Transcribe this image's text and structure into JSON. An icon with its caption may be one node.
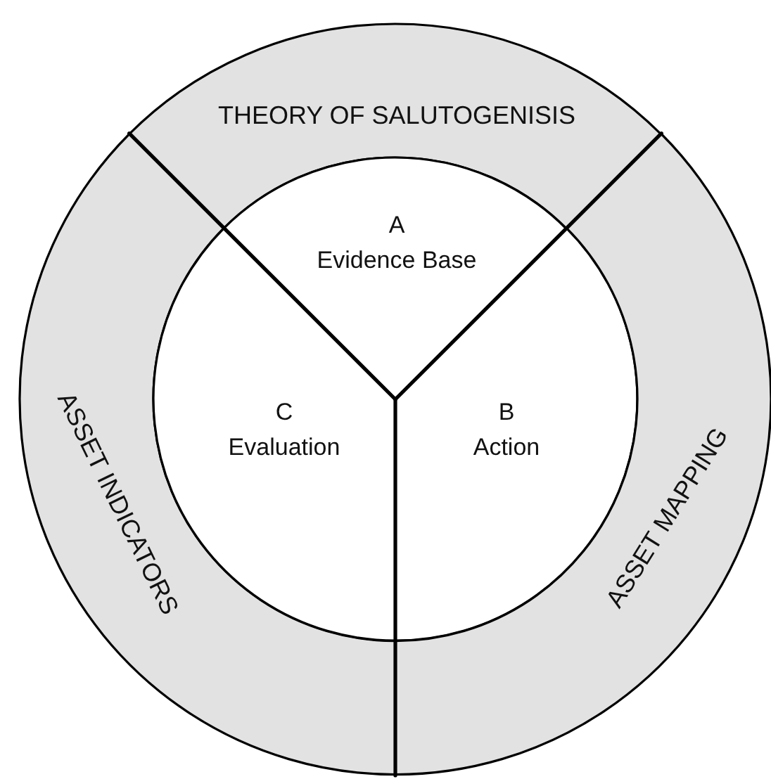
{
  "diagram": {
    "nodes": [
      {
        "text": [
          "THEORY OF SALUTOGENISIS"
        ]
      },
      {
        "text": [
          "A",
          "Evidence Base"
        ]
      },
      {
        "text": [
          "ASSET INDICATORS"
        ]
      },
      {
        "text": [
          "C",
          "Evaluation"
        ]
      },
      {
        "text": [
          "B",
          "Action"
        ]
      },
      {
        "text": [
          "ASSET MAPPING"
        ]
      }
    ]
  }
}
